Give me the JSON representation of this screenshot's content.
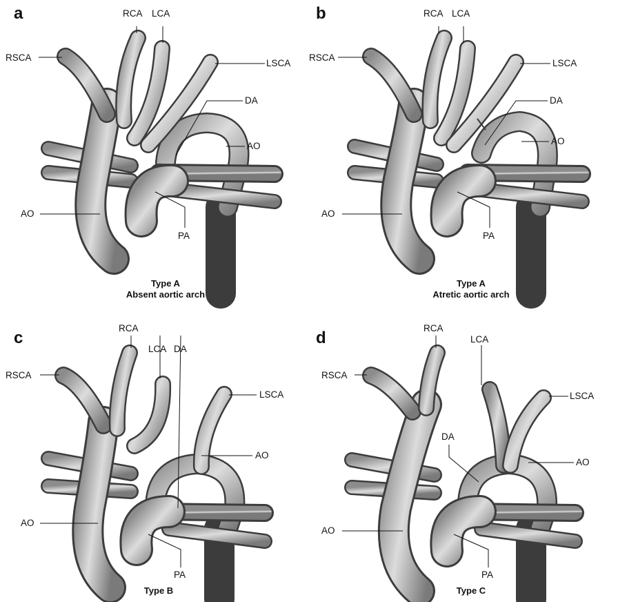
{
  "panels": {
    "a": {
      "letter": "a",
      "caption_line1": "Type A",
      "caption_line2": "Absent aortic arch",
      "labels": {
        "rsca": "RSCA",
        "rca": "RCA",
        "lca": "LCA",
        "lsca": "LSCA",
        "da": "DA",
        "ao_top": "AO",
        "ao_left": "AO",
        "pa": "PA"
      }
    },
    "b": {
      "letter": "b",
      "caption_line1": "Type A",
      "caption_line2": "Atretic aortic arch",
      "labels": {
        "rsca": "RSCA",
        "rca": "RCA",
        "lca": "LCA",
        "lsca": "LSCA",
        "da": "DA",
        "ao_top": "AO",
        "ao_left": "AO",
        "pa": "PA"
      }
    },
    "c": {
      "letter": "c",
      "caption_line1": "Type B",
      "labels": {
        "rsca": "RSCA",
        "rca": "RCA",
        "lca": "LCA",
        "da": "DA",
        "lsca": "LSCA",
        "ao_top": "AO",
        "ao_left": "AO",
        "pa": "PA"
      }
    },
    "d": {
      "letter": "d",
      "caption_line1": "Type C",
      "labels": {
        "rsca": "RSCA",
        "rca": "RCA",
        "lca": "LCA",
        "lsca": "LSCA",
        "da": "DA",
        "ao_top": "AO",
        "ao_left": "AO",
        "pa": "PA"
      }
    }
  },
  "colors": {
    "vessel_fill": "#b4b4b4",
    "vessel_outline": "#3c3c3c",
    "vessel_highlight": "#e6e6e6",
    "text": "#111111"
  }
}
